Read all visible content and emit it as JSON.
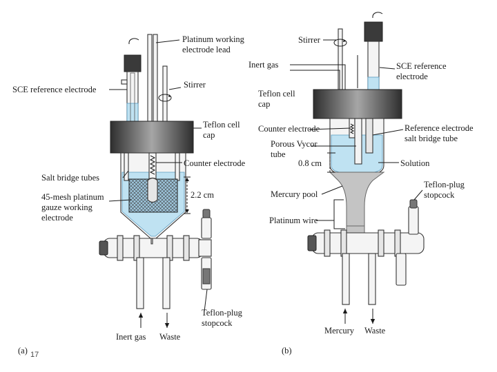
{
  "panel_a": {
    "tag": "(a)",
    "page_number": "17",
    "labels": {
      "pt_lead_1": "Platinum working",
      "pt_lead_2": "electrode lead",
      "sce": "SCE reference electrode",
      "stirrer": "Stirrer",
      "cap_1": "Teflon cell",
      "cap_2": "cap",
      "counter": "Counter electrode",
      "salt_bridge": "Salt bridge tubes",
      "gauze_1": "45-mesh platinum",
      "gauze_2": "gauze working",
      "gauze_3": "electrode",
      "dim": "2.2 cm",
      "stopcock_1": "Teflon-plug",
      "stopcock_2": "stopcock",
      "inert": "Inert gas",
      "waste": "Waste"
    }
  },
  "panel_b": {
    "tag": "(b)",
    "labels": {
      "stirrer": "Stirrer",
      "inert": "Inert gas",
      "sce_1": "SCE reference",
      "sce_2": "electrode",
      "cap_1": "Teflon cell",
      "cap_2": "cap",
      "counter": "Counter electrode",
      "ref_1": "Reference electrode",
      "ref_2": "salt bridge tube",
      "vycor_1": "Porous Vycor",
      "vycor_2": "tube",
      "dim": "0.8 cm",
      "solution": "Solution",
      "pool": "Mercury pool",
      "stopcock_1": "Teflon-plug",
      "stopcock_2": "stopcock",
      "pt_wire": "Platinum wire",
      "mercury": "Mercury",
      "waste": "Waste"
    }
  },
  "colors": {
    "solution": "#bfe2f2",
    "cap_dark": "#3a3a3a",
    "cap_light": "#9a9a9a",
    "mercury": "#c4c4c4"
  }
}
